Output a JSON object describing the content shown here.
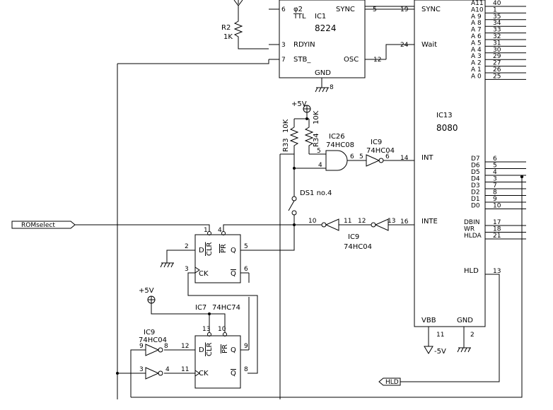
{
  "ic1": {
    "phi2": "φ2",
    "ttl": "TTL",
    "ref": "IC1",
    "part": "8224",
    "sync": "SYNC",
    "rdyin": "RDYIN",
    "stb": "STB_",
    "osc": "OSC",
    "gnd": "GND",
    "pin6": "6",
    "pin3": "3",
    "pin7": "7",
    "pin12": "12",
    "pin8": "8",
    "pin5": "5"
  },
  "r2": {
    "ref": "R2",
    "value": "1K"
  },
  "ic13": {
    "ref": "IC13",
    "part": "8080",
    "sync": "SYNC",
    "wait": "Wait",
    "int": "INT",
    "inte": "INTE",
    "hld": "HLD",
    "vbb": "VBB",
    "gnd": "GND",
    "pin19": "19",
    "pin24": "24",
    "pin14": "14",
    "pin16": "16",
    "pin13": "13",
    "pin11": "11",
    "pin2": "2",
    "addr": [
      {
        "name": "A11",
        "pin": "40"
      },
      {
        "name": "A10",
        "pin": "1"
      },
      {
        "name": "A 9",
        "pin": "35"
      },
      {
        "name": "A 8",
        "pin": "34"
      },
      {
        "name": "A 7",
        "pin": "33"
      },
      {
        "name": "A 6",
        "pin": "32"
      },
      {
        "name": "A 5",
        "pin": "31"
      },
      {
        "name": "A 4",
        "pin": "30"
      },
      {
        "name": "A 3",
        "pin": "29"
      },
      {
        "name": "A 2",
        "pin": "27"
      },
      {
        "name": "A 1",
        "pin": "26"
      },
      {
        "name": "A 0",
        "pin": "25"
      }
    ],
    "data": [
      {
        "name": "D7",
        "pin": "6"
      },
      {
        "name": "D6",
        "pin": "5"
      },
      {
        "name": "D5",
        "pin": "4"
      },
      {
        "name": "D4",
        "pin": "3"
      },
      {
        "name": "D3",
        "pin": "7"
      },
      {
        "name": "D2",
        "pin": "8"
      },
      {
        "name": "D1",
        "pin": "9"
      },
      {
        "name": "D0",
        "pin": "10"
      }
    ],
    "ctrl": [
      {
        "name": "DBIN",
        "pin": "17"
      },
      {
        "name": "WR",
        "pin": "18"
      },
      {
        "name": "HLDA",
        "pin": "21"
      }
    ]
  },
  "power": {
    "plus5v": "+5V",
    "minus5v": "-5V"
  },
  "r33": {
    "ref": "R33",
    "value": "10K"
  },
  "r34": {
    "ref": "R34",
    "value": "10K"
  },
  "ic26": {
    "ref": "IC26",
    "part": "74HC08",
    "pin4": "4",
    "pin5": "5",
    "pin6": "6"
  },
  "ic9_top": {
    "ref": "IC9",
    "part": "74HC04",
    "pin5": "5",
    "pin6": "6"
  },
  "ds1": {
    "label": "DS1 no.4"
  },
  "ic9_mid": {
    "ref": "IC9",
    "part": "74HC04",
    "pin10": "10",
    "pin11": "11",
    "pin12": "12",
    "pin13": "13"
  },
  "ff_top": {
    "d": "D",
    "clr": "CLR",
    "pr": "PR",
    "q": "Q",
    "ck": "CK",
    "qbar": "Q",
    "pin1": "1",
    "pin4": "4",
    "pin2": "2",
    "pin5": "5",
    "pin3": "3",
    "pin6": "6"
  },
  "ic7": {
    "ref": "IC7",
    "part": "74HC74"
  },
  "ff_bot": {
    "d": "D",
    "clr": "CLR",
    "pr": "PR",
    "q": "Q",
    "ck": "CK",
    "qbar": "Q",
    "pin13": "13",
    "pin10": "10",
    "pin12": "12",
    "pin9": "9",
    "pin11": "11",
    "pin8": "8"
  },
  "ic9_bot": {
    "ref": "IC9",
    "part": "74HC04",
    "pin9": "9",
    "pin8": "8",
    "pin3": "3",
    "pin4": "4"
  },
  "romselect": {
    "label": "ROMselect"
  },
  "hld_port": {
    "label": "HLD"
  }
}
